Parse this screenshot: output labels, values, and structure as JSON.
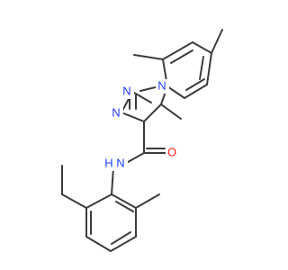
{
  "molecule": {
    "colors": {
      "background": "#ffffff",
      "bond": "#3c3c3c",
      "nitrogen": "#1f3cff",
      "oxygen": "#ff1a1a"
    },
    "atom_labels": {
      "n1": "N",
      "n2": "N",
      "n3": "N",
      "o": "O",
      "nh": "N",
      "h": "H"
    }
  }
}
